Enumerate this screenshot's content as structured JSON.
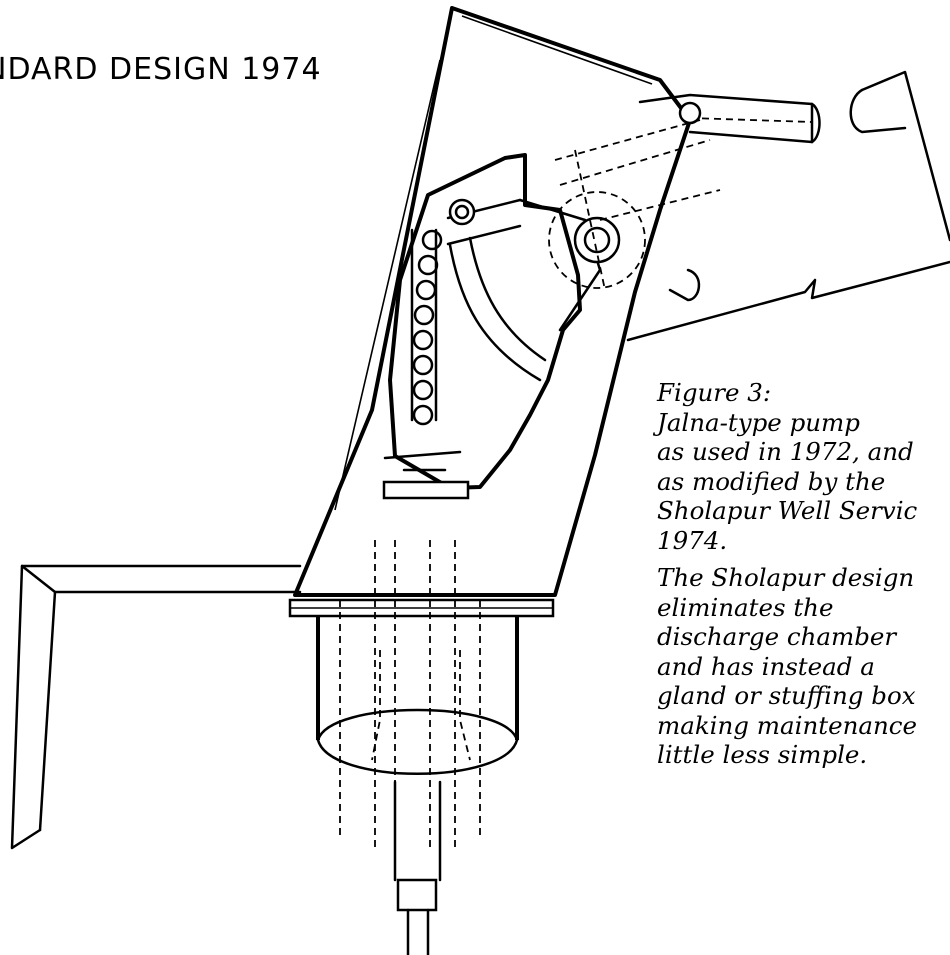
{
  "heading": "NDARD DESIGN 1974",
  "caption": {
    "figure_label": "Figure 3:",
    "lines_a": [
      "Jalna-type pump",
      "as used in 1972, and",
      "as modified by the",
      "Sholapur Well Servic",
      "1974."
    ],
    "lines_b": [
      "The Sholapur design",
      "eliminates the",
      "discharge chamber",
      "and has instead a",
      "gland or stuffing box",
      "making maintenance",
      "little less simple."
    ]
  },
  "colors": {
    "ink": "#000000",
    "paper": "#ffffff"
  }
}
